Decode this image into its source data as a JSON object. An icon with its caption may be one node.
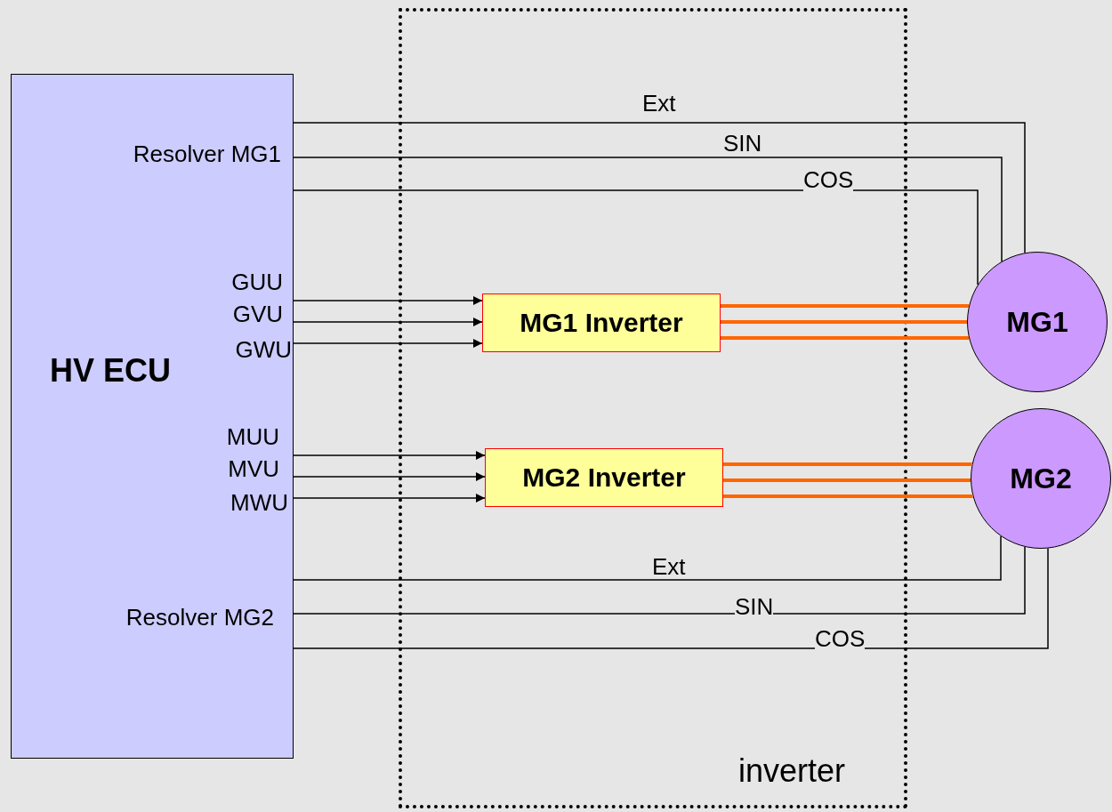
{
  "diagram": {
    "nodes": [
      {
        "text": [
          "HV ECU"
        ]
      },
      {
        "text": [
          "inverter"
        ]
      },
      {
        "text": [
          "MG1 Inverter"
        ],
        "in": 1
      },
      {
        "text": [
          "MG2 Inverter"
        ],
        "in": 1
      },
      {
        "text": [
          "MG1"
        ]
      },
      {
        "text": [
          "MG2"
        ]
      }
    ],
    "edges": [
      {
        "from": 0,
        "to": 4,
        "arrow": "none",
        "label": "Ext"
      },
      {
        "from": 0,
        "to": 4,
        "arrow": "none",
        "label": "SIN"
      },
      {
        "from": 0,
        "to": 4,
        "arrow": "none",
        "label": "COS"
      },
      {
        "from": 0,
        "to": 2,
        "arrow": "to"
      },
      {
        "from": 0,
        "to": 2,
        "arrow": "to"
      },
      {
        "from": 0,
        "to": 2,
        "arrow": "to"
      },
      {
        "from": 2,
        "to": 4,
        "arrow": "none",
        "style": "thick",
        "color": "#ff6600"
      },
      {
        "from": 2,
        "to": 4,
        "arrow": "none",
        "style": "thick",
        "color": "#ff6600"
      },
      {
        "from": 2,
        "to": 4,
        "arrow": "none",
        "style": "thick",
        "color": "#ff6600"
      },
      {
        "from": 0,
        "to": 3,
        "arrow": "to"
      },
      {
        "from": 0,
        "to": 3,
        "arrow": "to"
      },
      {
        "from": 0,
        "to": 3,
        "arrow": "to"
      },
      {
        "from": 3,
        "to": 5,
        "arrow": "none",
        "style": "thick",
        "color": "#ff6600"
      },
      {
        "from": 3,
        "to": 5,
        "arrow": "none",
        "style": "thick",
        "color": "#ff6600"
      },
      {
        "from": 3,
        "to": 5,
        "arrow": "none",
        "style": "thick",
        "color": "#ff6600"
      },
      {
        "from": 0,
        "to": 5,
        "arrow": "none",
        "label": "Ext"
      },
      {
        "from": 0,
        "to": 5,
        "arrow": "none",
        "label": "SIN"
      },
      {
        "from": 0,
        "to": 5,
        "arrow": "none",
        "label": "COS"
      }
    ],
    "labels": [
      "Resolver MG1",
      "GUU",
      "GVU",
      "GWU",
      "MUU",
      "MVU",
      "MWU",
      "Resolver MG2"
    ]
  }
}
